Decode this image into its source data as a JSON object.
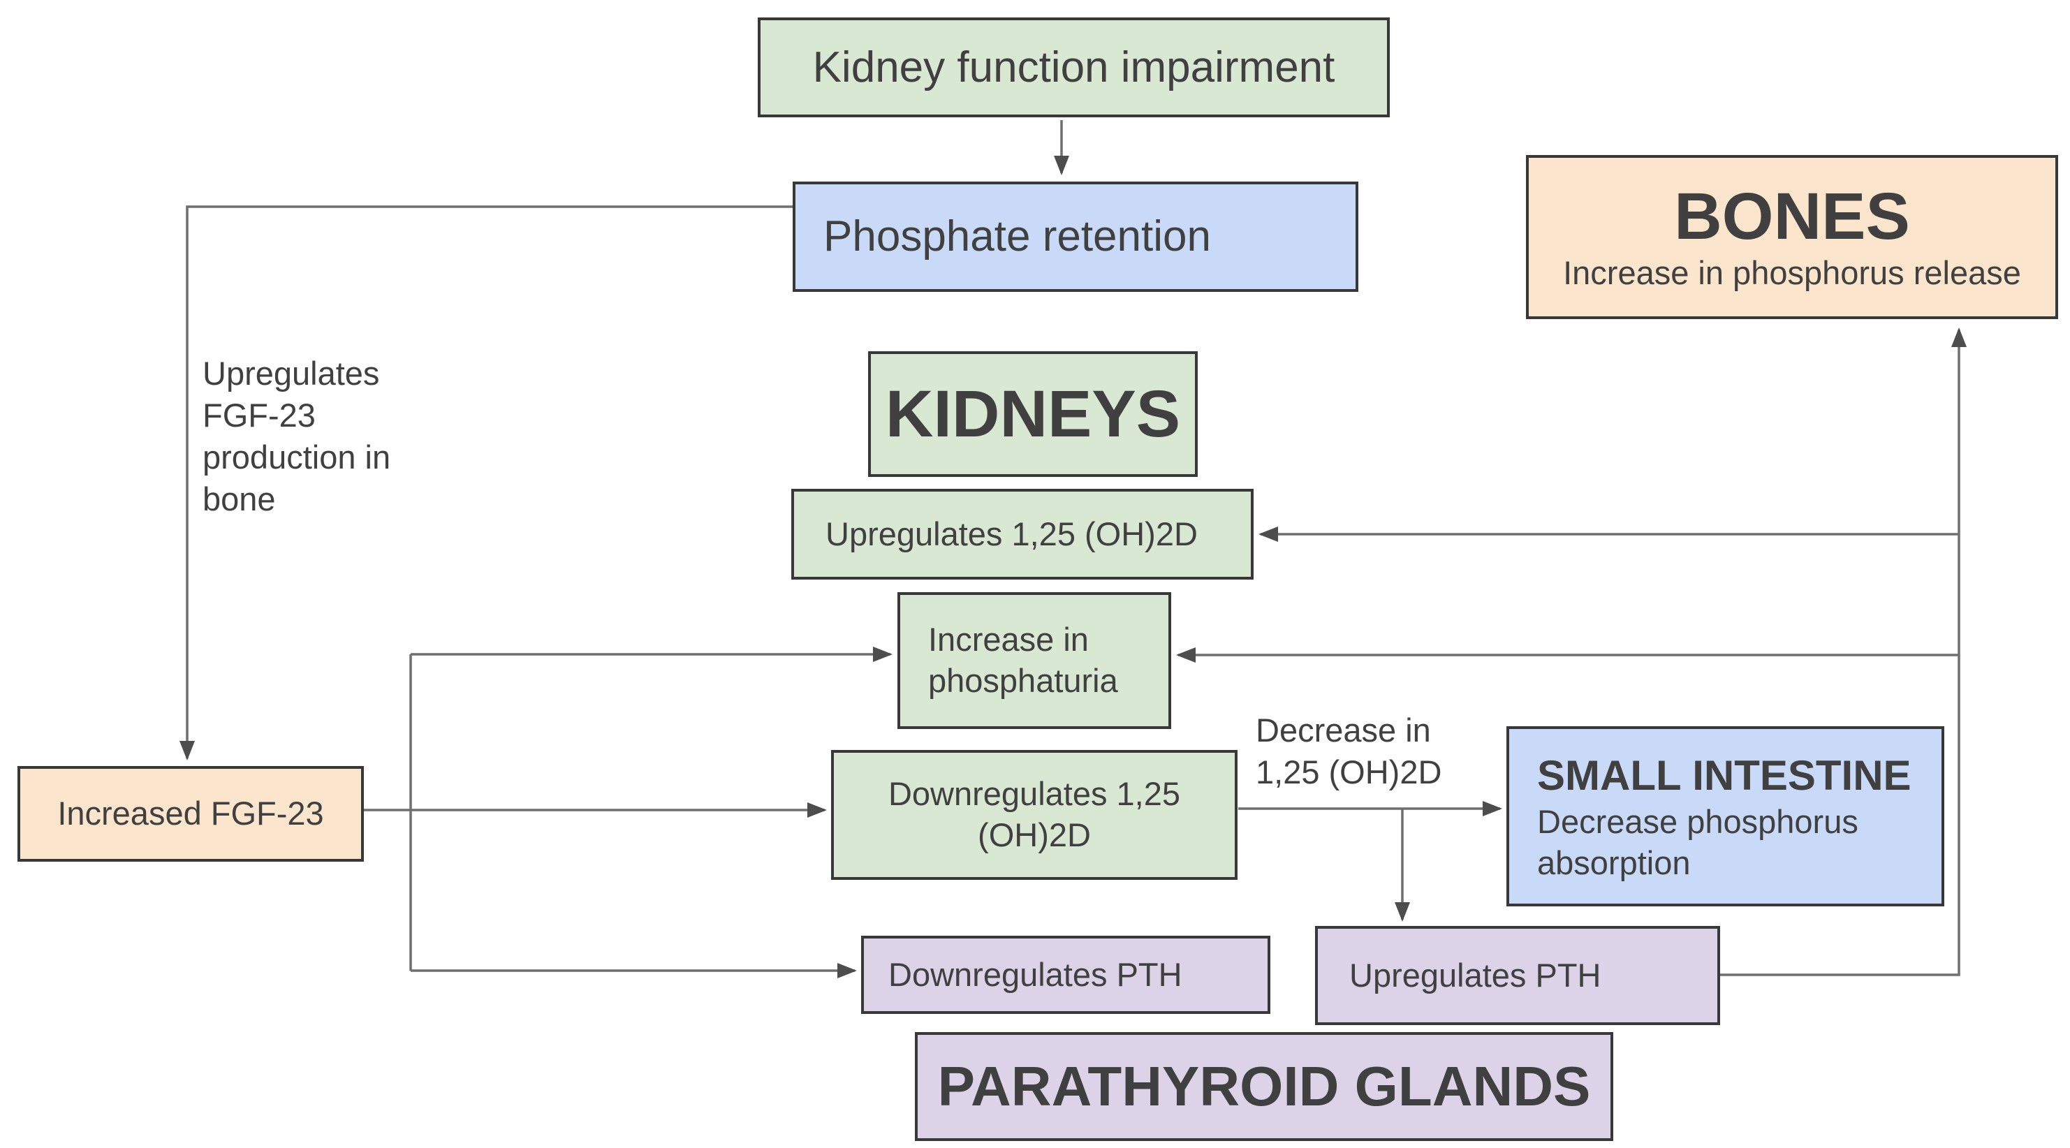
{
  "diagram": {
    "nodes": {
      "kidney_function_impairment": {
        "label": "Kidney function impairment",
        "fill": "#d9e8d2"
      },
      "phosphate_retention": {
        "label": "Phosphate retention",
        "fill": "#c9daf8"
      },
      "bones": {
        "title": "BONES",
        "subtitle": "Increase in phosphorus release",
        "fill": "#fce5cd"
      },
      "kidneys": {
        "label": "KIDNEYS",
        "fill": "#d9e8d2"
      },
      "upregulates_125": {
        "label": "Upregulates 1,25 (OH)2D",
        "fill": "#d9e8d2"
      },
      "increase_phosphaturia": {
        "label": "Increase in phosphaturia",
        "fill": "#d9e8d2"
      },
      "increased_fgf23": {
        "label": "Increased FGF-23",
        "fill": "#fce5cd"
      },
      "downregulates_125": {
        "label": "Downregulates 1,25 (OH)2D",
        "fill": "#d9e8d2"
      },
      "small_intestine": {
        "title": "SMALL INTESTINE",
        "subtitle": "Decrease phosphorus absorption",
        "fill": "#c9daf8"
      },
      "downregulates_pth": {
        "label": "Downregulates PTH",
        "fill": "#dcd3e8"
      },
      "upregulates_pth": {
        "label": "Upregulates PTH",
        "fill": "#dcd3e8"
      },
      "parathyroid_glands": {
        "label": "PARATHYROID GLANDS",
        "fill": "#dcd3e8"
      }
    },
    "edge_labels": {
      "upregulates_fgf23_note": "Upregulates FGF-23 production in bone",
      "decrease_125_note": "Decrease in 1,25 (OH)2D"
    },
    "edges": [
      {
        "id": "kidney-to-phosphate",
        "from": "kidney_function_impairment",
        "to": "phosphate_retention"
      },
      {
        "id": "phosphate-to-increased-fgf23",
        "from": "phosphate_retention",
        "to": "increased_fgf23",
        "label": "Upregulates FGF-23 production in bone"
      },
      {
        "id": "increased-fgf23-branch-stem",
        "from": "increased_fgf23",
        "to": "branch-point"
      },
      {
        "id": "increased-fgf23-branch-trunk",
        "from": "branch-point",
        "to": "branch-point"
      },
      {
        "id": "increased-fgf23-to-increase-phosphaturia",
        "from": "increased_fgf23",
        "to": "increase_phosphaturia"
      },
      {
        "id": "increased-fgf23-to-downregulates-125",
        "from": "increased_fgf23",
        "to": "downregulates_125"
      },
      {
        "id": "increased-fgf23-to-downregulates-pth",
        "from": "increased_fgf23",
        "to": "downregulates_pth"
      },
      {
        "id": "downregulates-125-to-small-intestine",
        "from": "downregulates_125",
        "to": "small_intestine",
        "label": "Decrease in 1,25 (OH)2D"
      },
      {
        "id": "downregulates-125-to-upregulates-pth",
        "from": "downregulates_125",
        "to": "upregulates_pth"
      },
      {
        "id": "upregulates-pth-to-bones",
        "from": "upregulates_pth",
        "to": "bones"
      },
      {
        "id": "upregulates-pth-to-upregulates-125",
        "from": "upregulates_pth",
        "to": "upregulates_125"
      },
      {
        "id": "upregulates-pth-to-increase-phosphaturia",
        "from": "upregulates_pth",
        "to": "increase_phosphaturia"
      }
    ],
    "colors": {
      "green_fill": "#d9e8d2",
      "blue_fill": "#c9daf8",
      "orange_fill": "#fce5cd",
      "purple_fill": "#dcd3e8",
      "border": "#383838",
      "arrow_line": "#6f6f6f",
      "arrow_head": "#4d4d4d",
      "text": "#404040",
      "background": "#ffffff"
    }
  }
}
